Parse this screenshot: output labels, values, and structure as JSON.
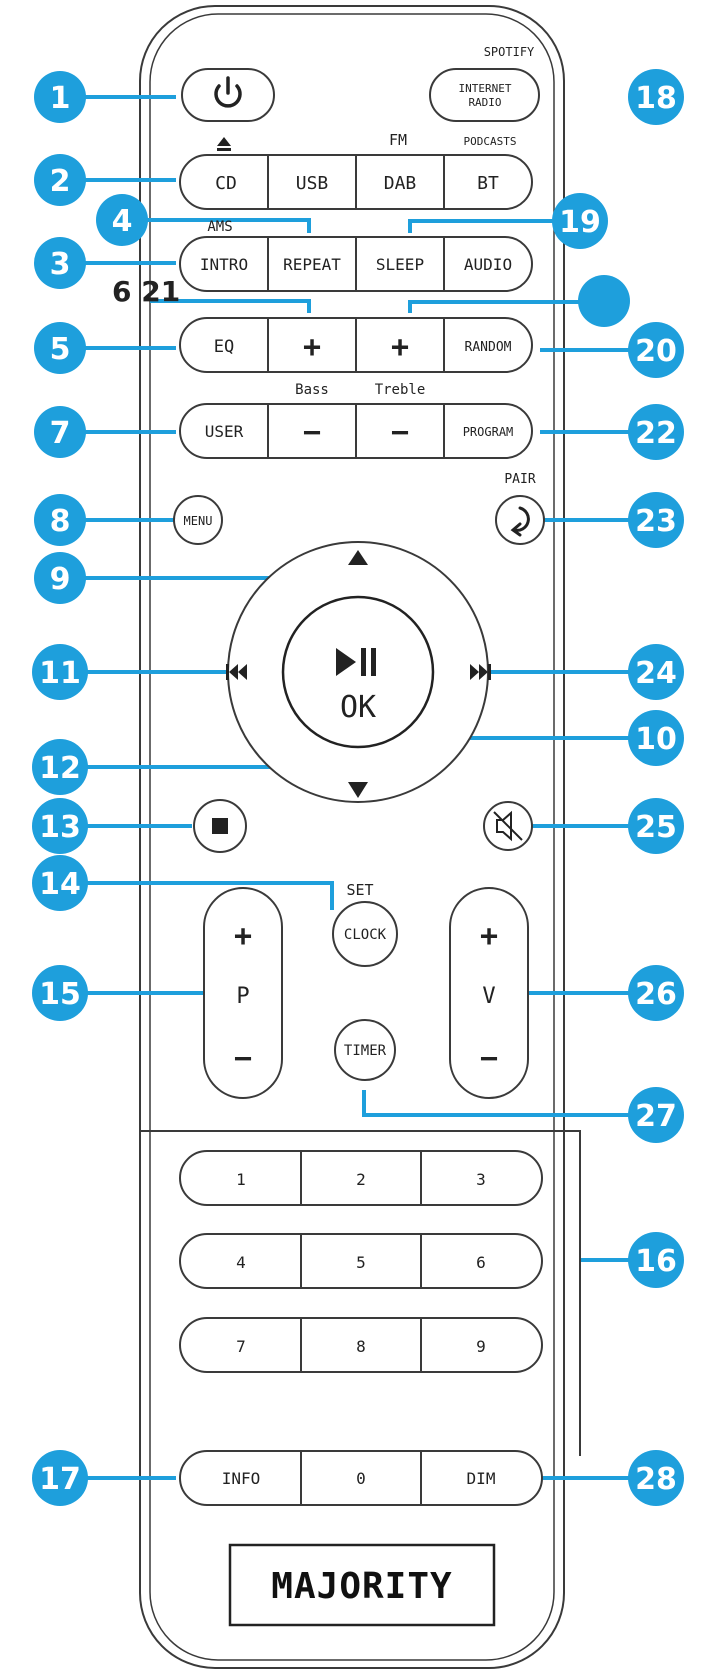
{
  "colors": {
    "callout": "#1e9fdc",
    "outline": "#3a3a3a",
    "text": "#222222",
    "body": "#ffffff"
  },
  "remote": {
    "power_icon": "power-icon",
    "spotify_label": "SPOTIFY",
    "internet_radio": "INTERNET RADIO",
    "eject_icon": "eject-icon",
    "fm_label": "FM",
    "podcasts_label": "PODCASTS",
    "cd": "CD",
    "usb": "USB",
    "dab": "DAB",
    "bt": "BT",
    "ams_label": "AMS",
    "intro": "INTRO",
    "repeat": "REPEAT",
    "sleep": "SLEEP",
    "audio": "AUDIO",
    "eq": "EQ",
    "plus": "+",
    "minus": "−",
    "random": "RANDOM",
    "bass_label": "Bass",
    "treble_label": "Treble",
    "user": "USER",
    "program": "PROGRAM",
    "menu": "MENU",
    "pair_label": "PAIR",
    "ok": "OK",
    "set_label": "SET",
    "clock": "CLOCK",
    "timer": "TIMER",
    "p": "P",
    "v": "V",
    "info": "INFO",
    "dim": "DIM",
    "digits": [
      "1",
      "2",
      "3",
      "4",
      "5",
      "6",
      "7",
      "8",
      "9",
      "0"
    ],
    "logo": "MAJORITY"
  },
  "callouts": [
    {
      "id": 1,
      "label": "1"
    },
    {
      "id": 2,
      "label": "2"
    },
    {
      "id": 3,
      "label": "3"
    },
    {
      "id": 4,
      "label": "4"
    },
    {
      "id": 5,
      "label": "5"
    },
    {
      "id": 6,
      "label": "6"
    },
    {
      "id": 21,
      "label": "21"
    },
    {
      "id": 7,
      "label": "7"
    },
    {
      "id": 8,
      "label": "8"
    },
    {
      "id": 9,
      "label": "9"
    },
    {
      "id": 11,
      "label": "11"
    },
    {
      "id": 12,
      "label": "12"
    },
    {
      "id": 13,
      "label": "13"
    },
    {
      "id": 14,
      "label": "14"
    },
    {
      "id": 15,
      "label": "15"
    },
    {
      "id": 17,
      "label": "17"
    },
    {
      "id": 18,
      "label": "18"
    },
    {
      "id": 19,
      "label": "19"
    },
    {
      "id": 20,
      "label": "20"
    },
    {
      "id": 22,
      "label": "22"
    },
    {
      "id": 23,
      "label": "23"
    },
    {
      "id": 24,
      "label": "24"
    },
    {
      "id": 10,
      "label": "10"
    },
    {
      "id": 25,
      "label": "25"
    },
    {
      "id": 26,
      "label": "26"
    },
    {
      "id": 27,
      "label": "27"
    },
    {
      "id": 16,
      "label": "16"
    },
    {
      "id": 28,
      "label": "28"
    }
  ]
}
